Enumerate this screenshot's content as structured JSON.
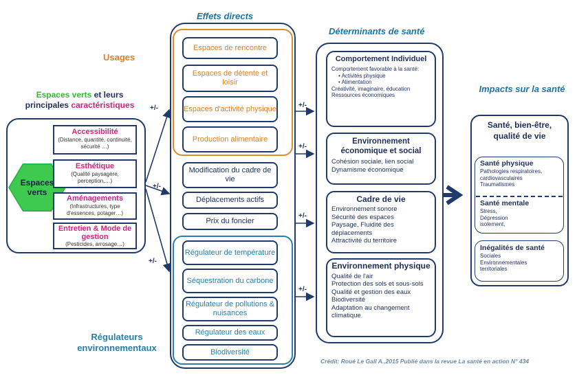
{
  "headings": {
    "effets_directs": "Effets directs",
    "determinants": "Déterminants  de santé",
    "impacts": "Impacts sur la santé",
    "usages": "Usages",
    "regulateurs": "Régulateurs environnementaux",
    "espaces_verts_title_1": "Espaces verts",
    "espaces_verts_title_2": " et leurs",
    "espaces_verts_title_3": "principales ",
    "espaces_verts_title_4": "caractéristiques"
  },
  "espaces_verts": {
    "hex_label": "Espaces verts",
    "characteristics": [
      {
        "title": "Accessibilité",
        "detail": "(Distance, quantité, continuité,  sécurité …)"
      },
      {
        "title": "Esthétique",
        "detail": "(Qualité paysagère, perception,…)"
      },
      {
        "title": "Aménagements",
        "detail": "(Infrastructures, type d'essences, potager…)"
      },
      {
        "title": "Entretien & Mode de gestion",
        "detail": "(Pesticides, arrosage…)"
      }
    ]
  },
  "usages": [
    "Espaces de rencontre",
    "Espaces de détente et loisir",
    "Espaces d'activité physique",
    "Production alimentaire"
  ],
  "direct_effects": [
    "Modification du cadre de vie",
    "Déplacements actifs",
    "Prix du foncier"
  ],
  "regulateurs": [
    "Régulateur de température",
    "Séquestration du carbone",
    "Régulateur de pollutions & nuisances",
    "Régulateur des  eaux",
    "Biodiversité"
  ],
  "determinants": [
    {
      "title": "Comportement Individuel",
      "intro": "Comportement favorable à la santé:",
      "bullets": [
        "Activités physique",
        "Alimentation"
      ],
      "lines": [
        "Créativité, imaginaire, éducation",
        "Ressources économiques"
      ]
    },
    {
      "title": "Environnement économique et social",
      "lines": [
        "Cohésion sociale, lien social",
        "Dynamisme économique"
      ]
    },
    {
      "title": "Cadre de vie",
      "lines": [
        "Environnement sonore",
        "Sécurité des espaces",
        "Paysage, Fluidité des déplacements",
        "Attractivité du territoire"
      ]
    },
    {
      "title": "Environnement physique",
      "lines": [
        "Qualité de l'air",
        "Protection des sols et sous-sols",
        "Qualité et gestion des eaux",
        "Biodiversité",
        "Adaptation au changement climatique"
      ]
    }
  ],
  "impacts": {
    "title": "Santé, bien-être, qualité de vie",
    "physique": {
      "title": "Santé physique",
      "lines": [
        "Pathologies respiratoires, cardiovasculaires",
        "Traumatismes"
      ]
    },
    "mentale": {
      "title": "Santé mentale",
      "lines": [
        "Stress,",
        "Dépression",
        "isolement,"
      ]
    },
    "inegalites": {
      "title": "Inégalités de santé",
      "lines": [
        "Sociales",
        "Environnementales",
        "territoriales"
      ]
    }
  },
  "plus_minus": "+/-",
  "credit": "Crédit: Roué Le Gall A.,2015 Publié dans la revue La santé en action N° 434"
}
